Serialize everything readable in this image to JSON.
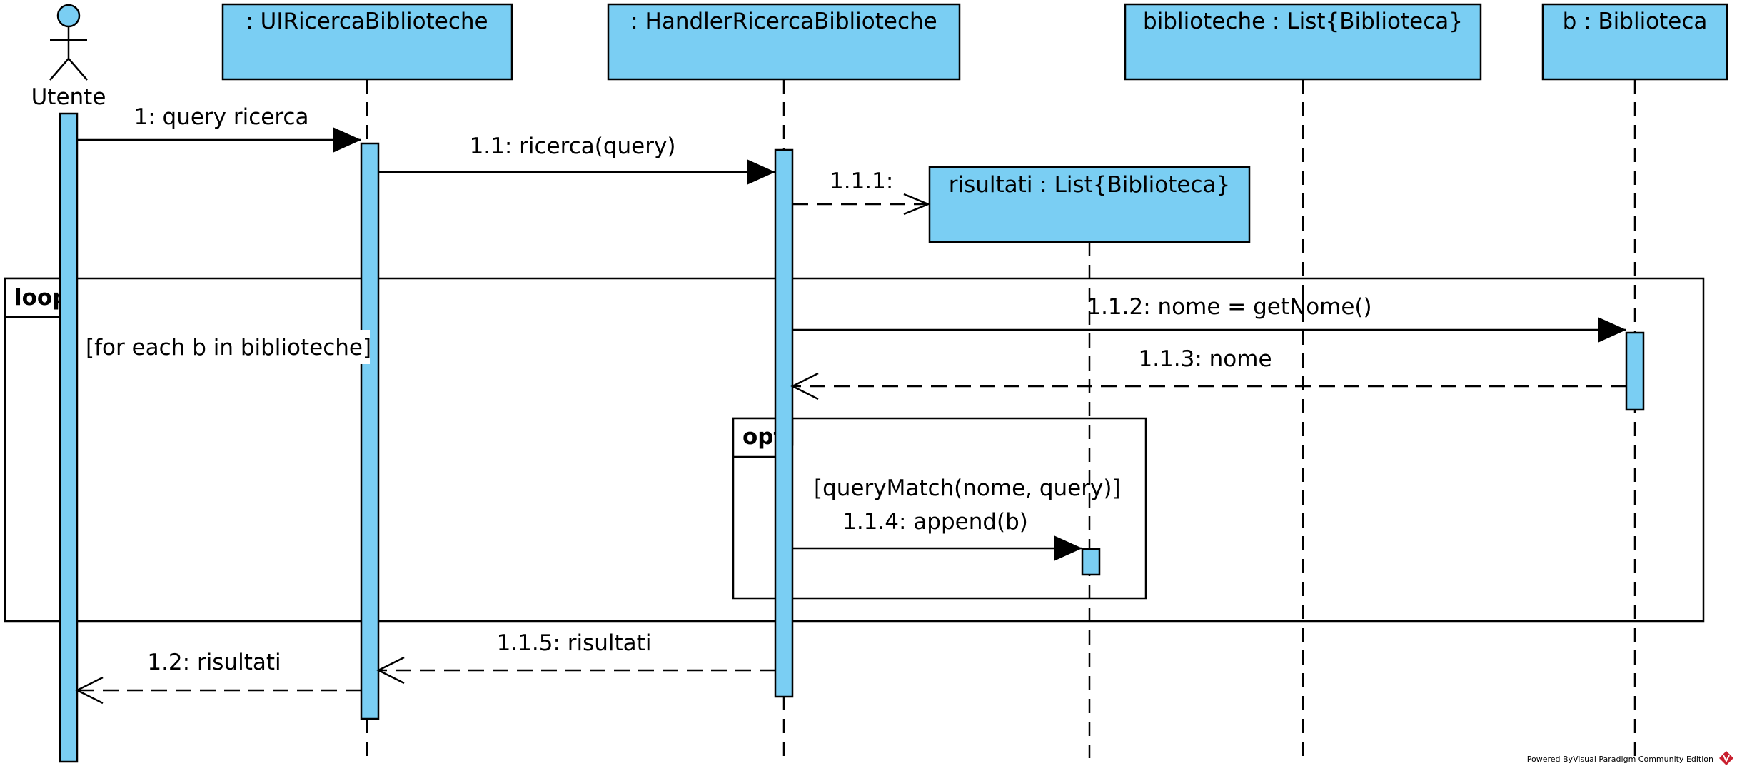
{
  "actor": {
    "label": "Utente"
  },
  "lifelines": {
    "ui": ": UIRicercaBiblioteche",
    "handler": ": HandlerRicercaBiblioteche",
    "list": "biblioteche : List{Biblioteca}",
    "b": "b : Biblioteca",
    "risultati": "risultati : List{Biblioteca}"
  },
  "messages": {
    "m1": "1: query ricerca",
    "m11": "1.1: ricerca(query)",
    "m111": "1.1.1:",
    "m112": "1.1.2: nome = getNome()",
    "m113": "1.1.3: nome",
    "m114": "1.1.4: append(b)",
    "m115": "1.1.5: risultati",
    "m12": "1.2: risultati"
  },
  "fragments": {
    "loop": {
      "operator": "loop",
      "guard": "[for each b in biblioteche]"
    },
    "opt": {
      "operator": "opt",
      "guard": "[queryMatch(nome, query)]"
    }
  },
  "footer": {
    "text": "Powered ByVisual Paradigm Community Edition"
  },
  "colors": {
    "fill": "#7acef3",
    "stroke": "#000000",
    "background": "#ffffff"
  }
}
